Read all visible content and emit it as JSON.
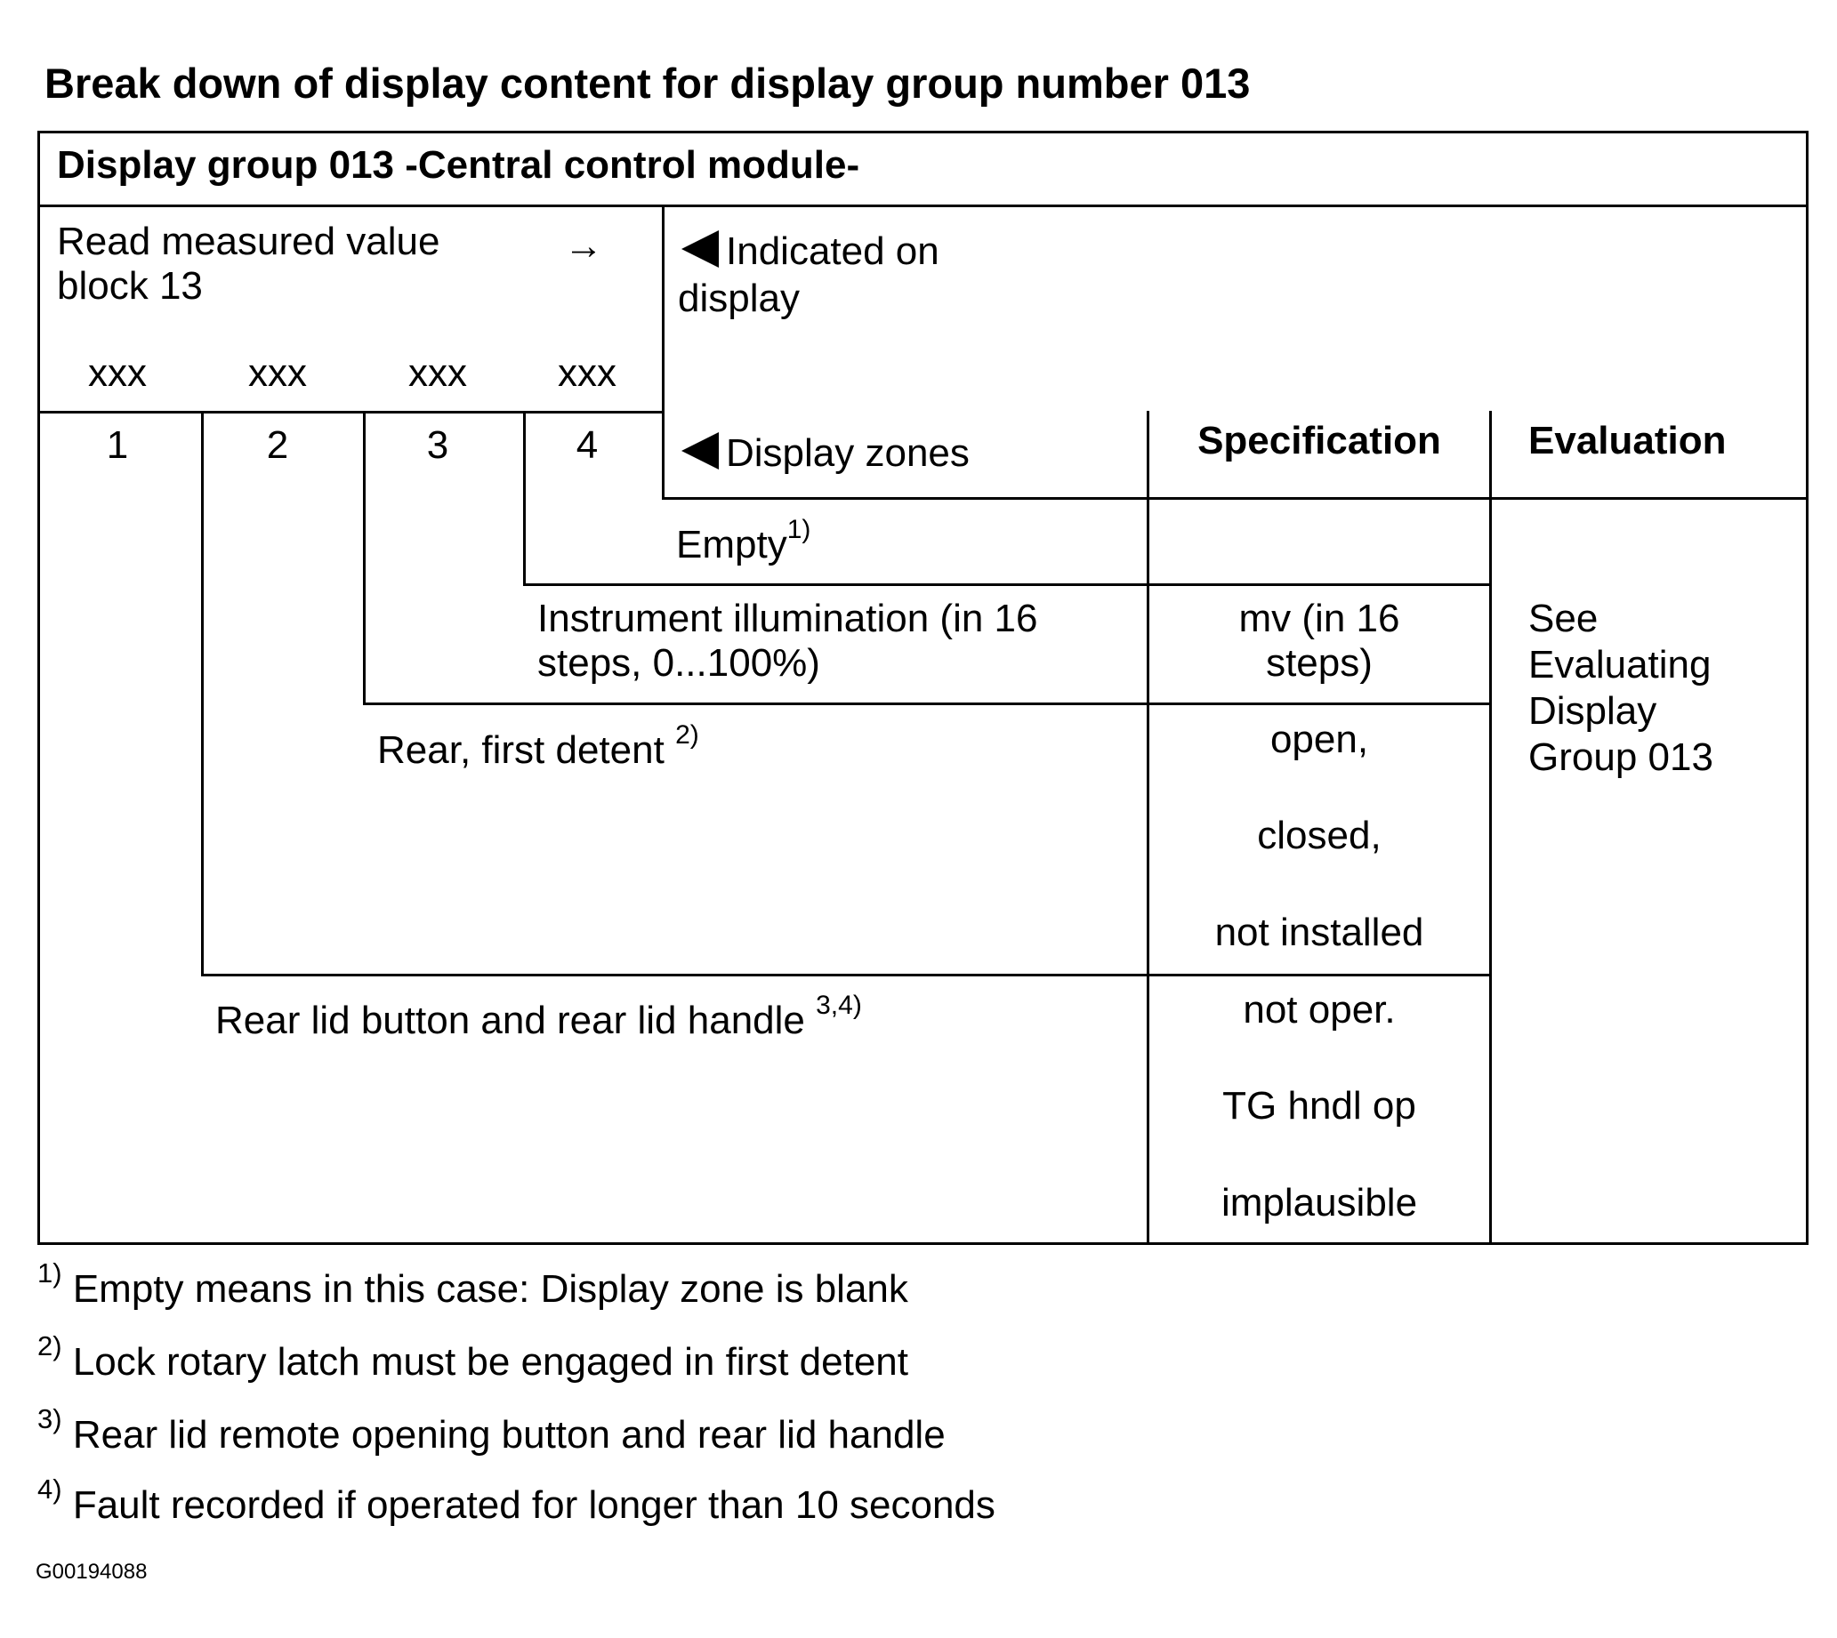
{
  "title": "Break down of display content for display group number 013",
  "table": {
    "header": "Display group 013 -Central control module-",
    "read_block": {
      "line1": "Read measured value",
      "line2": "block 13",
      "arrow": "→"
    },
    "indicated": {
      "line1": "Indicated on",
      "line2": "display",
      "icon": "left-triangle"
    },
    "placeholders": [
      "xxx",
      "xxx",
      "xxx",
      "xxx"
    ],
    "zone_numbers": [
      "1",
      "2",
      "3",
      "4"
    ],
    "display_zones_label": "Display zones",
    "specification_header": "Specification",
    "evaluation_header": "Evaluation",
    "rows": [
      {
        "label": "Empty",
        "note": "1)",
        "spec": []
      },
      {
        "label_line1": "Instrument illumination (in 16",
        "label_line2": "steps, 0...100%)",
        "spec": [
          "mv (in 16",
          "steps)"
        ]
      },
      {
        "label": "Rear, first detent",
        "note": "2)",
        "spec": [
          "open,",
          "closed,",
          "not installed"
        ]
      },
      {
        "label": "Rear lid button and rear lid handle",
        "note": "3,4)",
        "spec": [
          "not oper.",
          "TG hndl op",
          "implausible"
        ]
      }
    ],
    "evaluation": [
      "See",
      "Evaluating",
      "Display",
      "Group 013"
    ]
  },
  "footnotes": [
    {
      "mark": "1)",
      "text": "Empty means in this case: Display zone is blank"
    },
    {
      "mark": "2)",
      "text": "Lock rotary latch must be engaged in first detent"
    },
    {
      "mark": "3)",
      "text": "Rear lid remote opening button and rear lid handle"
    },
    {
      "mark": "4)",
      "text": "Fault recorded if operated for longer than 10 seconds"
    }
  ],
  "figure_code": "G00194088"
}
